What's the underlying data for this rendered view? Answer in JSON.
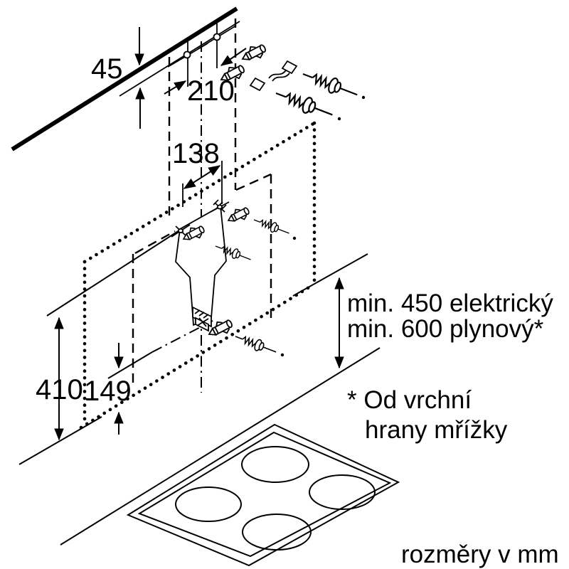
{
  "colors": {
    "ink": "#000000",
    "background": "#ffffff"
  },
  "diagram": {
    "dimensions": {
      "ceiling_offset": "45",
      "hole_spacing": "210",
      "bracket_offset": "138",
      "upper_hole_height": "410",
      "lower_hole_height": "149"
    },
    "clearance": {
      "line1": "min. 450 elektrický",
      "line2": "min. 600 plynový*"
    },
    "footnote": {
      "line1": "* Od vrchní",
      "line2": "hrany mřížky"
    },
    "units_note": "rozměry v mm"
  }
}
